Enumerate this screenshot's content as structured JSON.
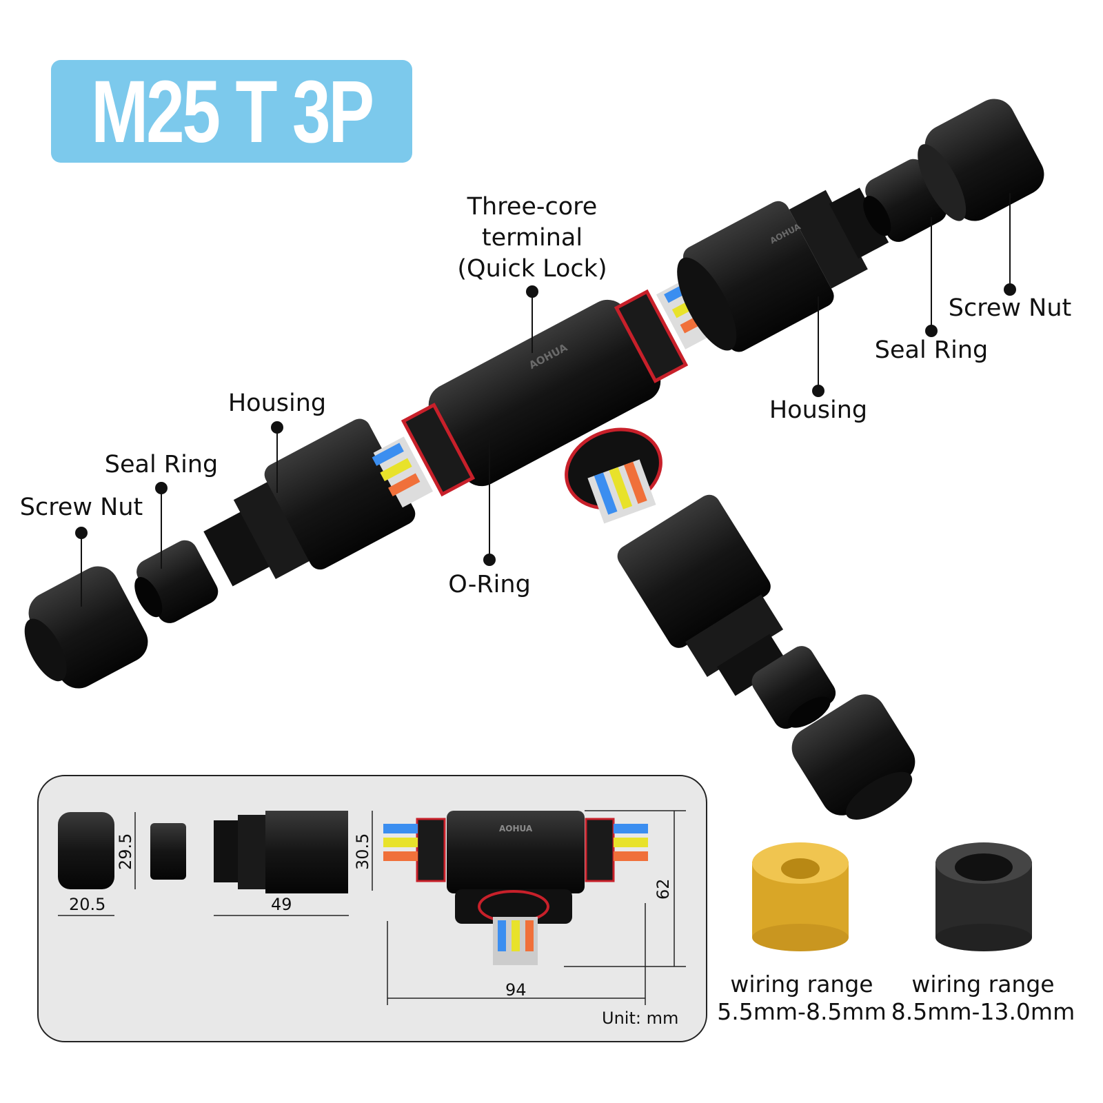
{
  "title": "M25 T 3P",
  "brand": "AOHUA",
  "labels": {
    "terminal": [
      "Three-core",
      "terminal",
      "(Quick Lock)"
    ],
    "housing_left": "Housing",
    "seal_ring_left": "Seal Ring",
    "screw_nut_left": "Screw Nut",
    "o_ring": "O-Ring",
    "housing_right": "Housing",
    "seal_ring_right": "Seal Ring",
    "screw_nut_right": "Screw Nut"
  },
  "dimensions": {
    "nut_height": "29.5",
    "nut_width": "20.5",
    "housing_height": "30.5",
    "housing_length": "49",
    "tee_height": "62",
    "tee_width": "94",
    "unit": "Unit: mm"
  },
  "seal_rings": [
    {
      "caption": "wiring range",
      "range": "5.5mm-8.5mm",
      "color": "#d9a627"
    },
    {
      "caption": "wiring range",
      "range": "8.5mm-13.0mm",
      "color": "#2a2a2a"
    }
  ],
  "colors": {
    "badge": "#7cc9ec",
    "wire_blue": "#3b8ef0",
    "wire_yellow": "#e8e22a",
    "wire_orange": "#f0703a",
    "o_ring": "#c8202a"
  }
}
